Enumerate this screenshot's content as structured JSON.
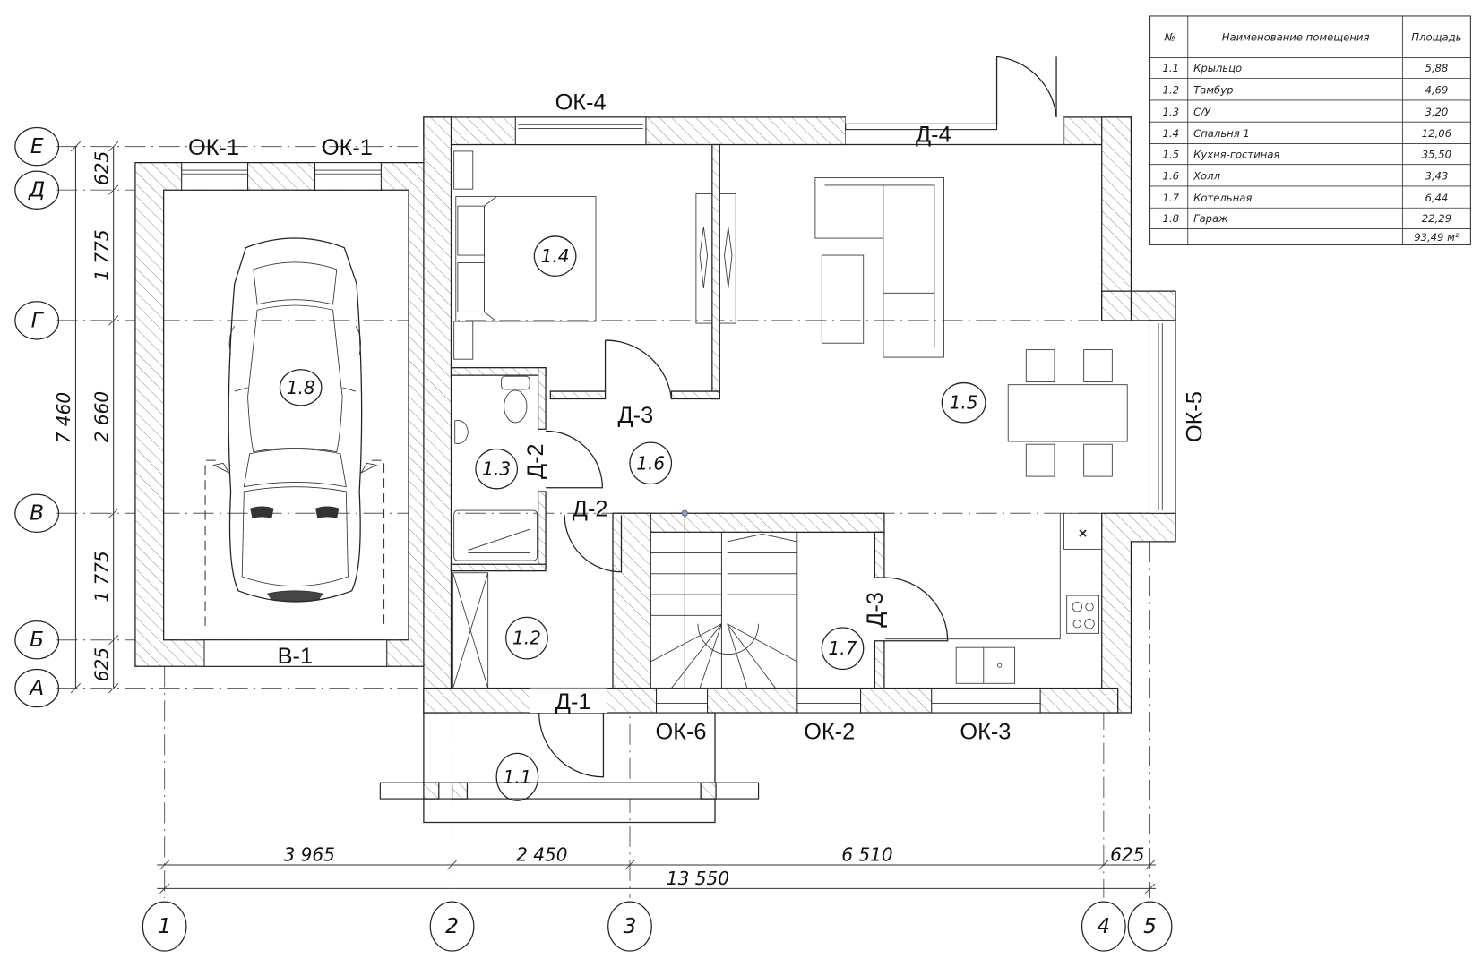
{
  "title": "План 1 этажа",
  "axes": {
    "rows": [
      {
        "id": "row-E",
        "label": "Е"
      },
      {
        "id": "row-D",
        "label": "Д"
      },
      {
        "id": "row-G",
        "label": "Г"
      },
      {
        "id": "row-V",
        "label": "В"
      },
      {
        "id": "row-B",
        "label": "Б"
      },
      {
        "id": "row-A",
        "label": "А"
      }
    ],
    "columns": [
      {
        "id": "col-1",
        "label": "1"
      },
      {
        "id": "col-2",
        "label": "2"
      },
      {
        "id": "col-3",
        "label": "3"
      },
      {
        "id": "col-4",
        "label": "4"
      },
      {
        "id": "col-5",
        "label": "5"
      }
    ]
  },
  "dimensions": {
    "vertical_total": "7 460",
    "vertical_segments": [
      "625",
      "1 775",
      "2 660",
      "1 775",
      "625"
    ],
    "horizontal_segments": [
      "3 965",
      "2 450",
      "6 510",
      "625"
    ],
    "horizontal_total": "13 550"
  },
  "openings": {
    "ok1a": "ОК-1",
    "ok1b": "ОК-1",
    "ok4": "ОК-4",
    "d4": "Д-4",
    "d3a": "Д-3",
    "d2a": "Д-2",
    "d2b": "Д-2",
    "d3b": "Д-3",
    "ok5": "ОК-5",
    "v1": "В-1",
    "d1": "Д-1",
    "ok6": "ОК-6",
    "ok2": "ОК-2",
    "ok3": "ОК-3"
  },
  "room_markers": {
    "r11": "1.1",
    "r12": "1.2",
    "r13": "1.3",
    "r14": "1.4",
    "r15": "1.5",
    "r16": "1.6",
    "r17": "1.7",
    "r18": "1.8"
  },
  "room_table": {
    "headers": {
      "num": "№",
      "name": "Наименование помещения",
      "area": "Площадь"
    },
    "rows": [
      {
        "num": "1.1",
        "name": "Крыльцо",
        "area": "5,88"
      },
      {
        "num": "1.2",
        "name": "Тамбур",
        "area": "4,69"
      },
      {
        "num": "1.3",
        "name": "С/У",
        "area": "3,20"
      },
      {
        "num": "1.4",
        "name": "Спальня 1",
        "area": "12,06"
      },
      {
        "num": "1.5",
        "name": "Кухня-гостиная",
        "area": "35,50"
      },
      {
        "num": "1.6",
        "name": "Холл",
        "area": "3,43"
      },
      {
        "num": "1.7",
        "name": "Котельная",
        "area": "6,44"
      },
      {
        "num": "1.8",
        "name": "Гараж",
        "area": "22,29"
      }
    ],
    "total": "93,49 м²"
  }
}
